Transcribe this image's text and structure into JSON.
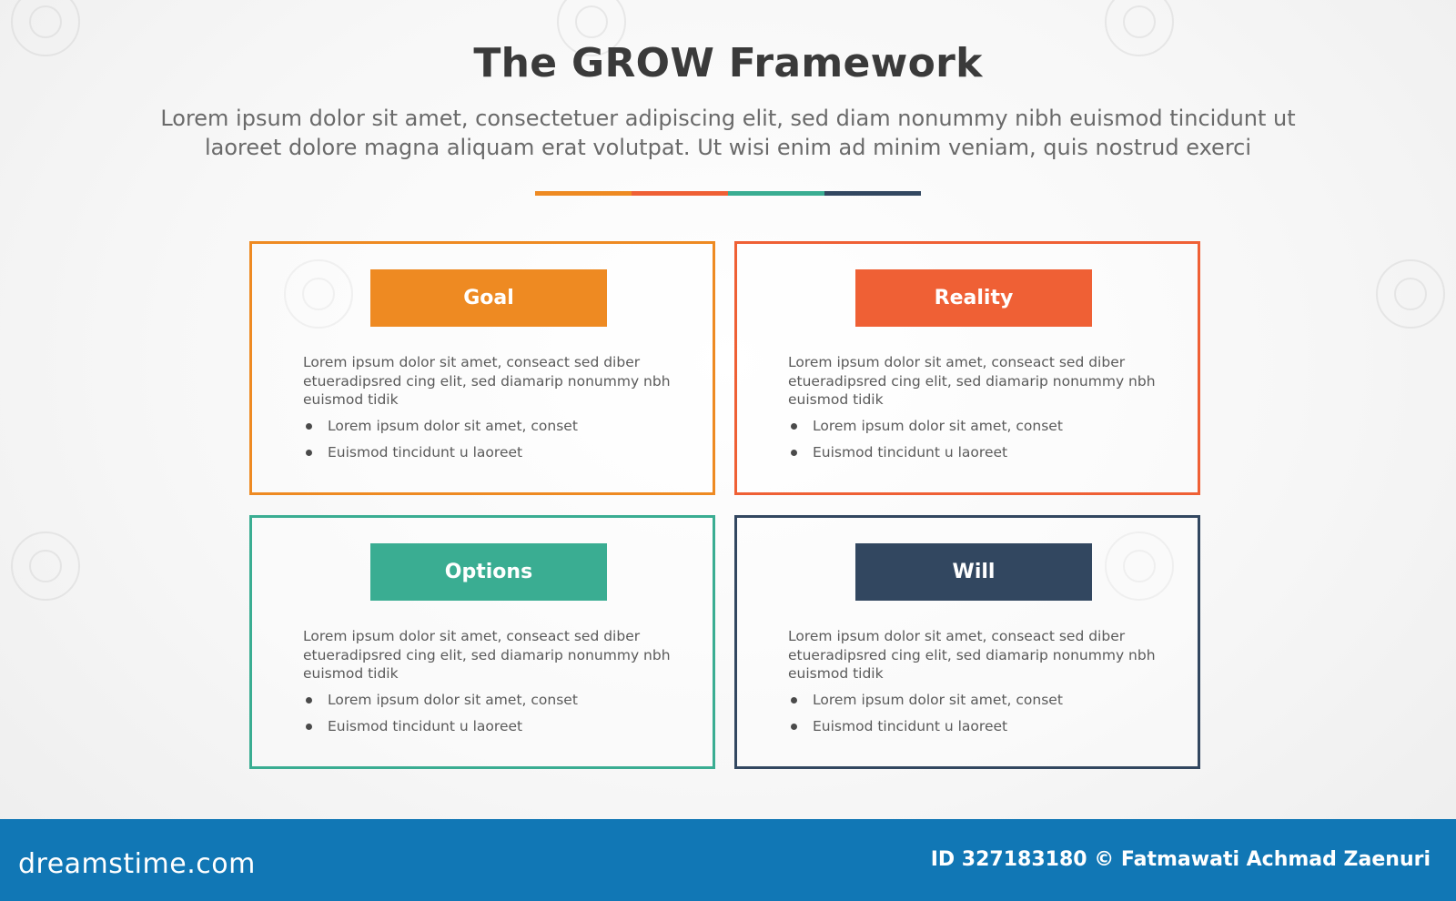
{
  "title": "The GROW Framework",
  "subtitle_line1": "Lorem ipsum dolor sit amet, consectetuer adipiscing elit, sed diam nonummy nibh euismod tincidunt ut",
  "subtitle_line2": "laoreet dolore magna aliquam erat volutpat. Ut wisi enim ad minim veniam, quis nostrud exerci",
  "colors": {
    "goal": "#ee8a22",
    "reality": "#ef6035",
    "options": "#3aad92",
    "will": "#324760"
  },
  "cards": [
    {
      "label": "Goal",
      "body": "Lorem ipsum dolor sit amet, conseact sed diber etueradipsred cing elit, sed diamarip nonummy nbh euismod tidik",
      "bullets": [
        "Lorem ipsum dolor sit amet, conset",
        "Euismod tincidunt u laoreet"
      ]
    },
    {
      "label": "Reality",
      "body": "Lorem ipsum dolor sit amet, conseact sed diber etueradipsred cing elit, sed diamarip nonummy nbh euismod tidik",
      "bullets": [
        "Lorem ipsum dolor sit amet, conset",
        "Euismod tincidunt u laoreet"
      ]
    },
    {
      "label": "Options",
      "body": "Lorem ipsum dolor sit amet, conseact sed diber etueradipsred cing elit, sed diamarip nonummy nbh euismod tidik",
      "bullets": [
        "Lorem ipsum dolor sit amet, conset",
        "Euismod tincidunt u laoreet"
      ]
    },
    {
      "label": "Will",
      "body": "Lorem ipsum dolor sit amet, conseact sed diber etueradipsred cing elit, sed diamarip nonummy nbh euismod tidik",
      "bullets": [
        "Lorem ipsum dolor sit amet, conset",
        "Euismod tincidunt u laoreet"
      ]
    }
  ],
  "footer": {
    "brand": "dreamstime.com",
    "credit": "ID 327183180 © Fatmawati  Achmad Zaenuri"
  }
}
